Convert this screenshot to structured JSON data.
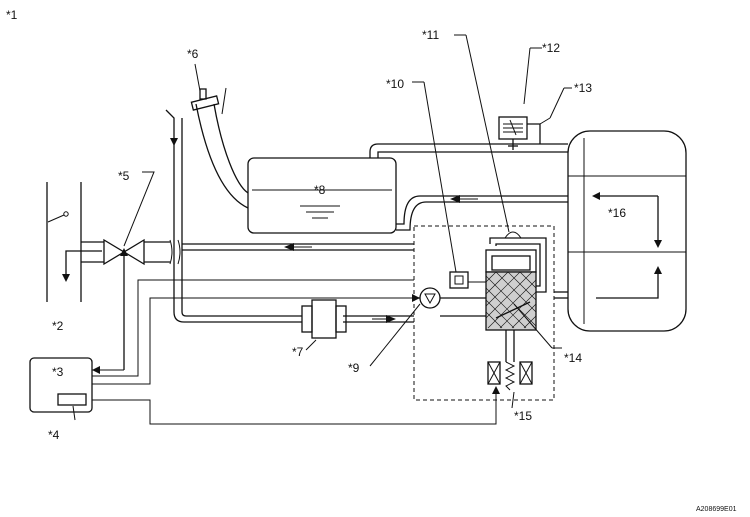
{
  "figure": {
    "title_label": "*1",
    "code": "A208699E01"
  },
  "callouts": [
    {
      "id": "2",
      "text": "*2"
    },
    {
      "id": "3",
      "text": "*3"
    },
    {
      "id": "4",
      "text": "*4"
    },
    {
      "id": "5",
      "text": "*5"
    },
    {
      "id": "6",
      "text": "*6"
    },
    {
      "id": "7",
      "text": "*7"
    },
    {
      "id": "8",
      "text": "*8"
    },
    {
      "id": "9",
      "text": "*9"
    },
    {
      "id": "10",
      "text": "*10"
    },
    {
      "id": "11",
      "text": "*11"
    },
    {
      "id": "12",
      "text": "*12"
    },
    {
      "id": "13",
      "text": "*13"
    },
    {
      "id": "14",
      "text": "*14"
    },
    {
      "id": "15",
      "text": "*15"
    },
    {
      "id": "16",
      "text": "*16"
    }
  ]
}
